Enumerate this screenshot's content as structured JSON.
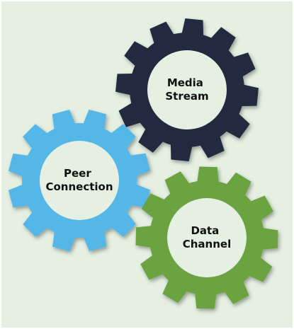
{
  "background_color": "#e5f0e2",
  "gears": [
    {
      "id": "media-stream",
      "label_lines": [
        "Media",
        "Stream"
      ],
      "color": "#232a3f",
      "hole_color": "#e5f0e2",
      "icon": "gear-icon"
    },
    {
      "id": "peer-connection",
      "label_lines": [
        "Peer",
        "Connection"
      ],
      "color": "#55b7e8",
      "hole_color": "#e5f0e2",
      "icon": "gear-icon"
    },
    {
      "id": "data-channel",
      "label_lines": [
        "Data",
        "Channel"
      ],
      "color": "#6aa33f",
      "hole_color": "#e5f0e2",
      "icon": "gear-icon"
    }
  ]
}
